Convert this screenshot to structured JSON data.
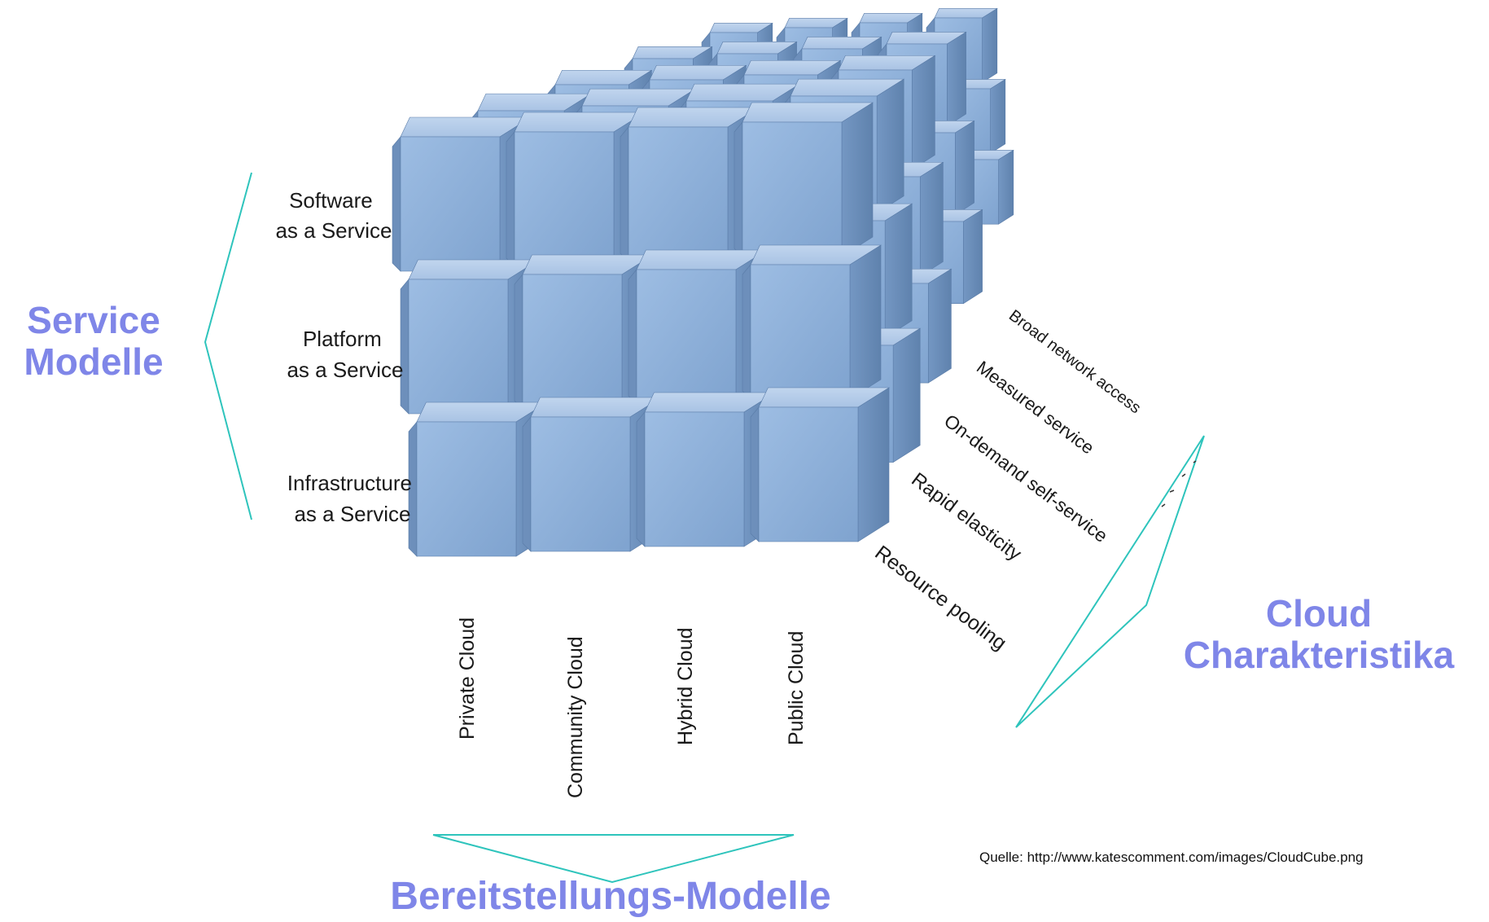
{
  "service_models": {
    "title_line1": "Service",
    "title_line2": "Modelle",
    "items": [
      {
        "line1": "Software",
        "line2": "as a Service"
      },
      {
        "line1": "Platform",
        "line2": "as a Service"
      },
      {
        "line1": "Infrastructure",
        "line2": "as a Service"
      }
    ]
  },
  "deployment_models": {
    "title": "Bereitstellungs-Modelle",
    "items": [
      "Private Cloud",
      "Community Cloud",
      "Hybrid Cloud",
      "Public Cloud"
    ]
  },
  "cloud_characteristics": {
    "title_line1": "Cloud",
    "title_line2": "Charakteristika",
    "items": [
      "Broad network access",
      "Measured service",
      "On-demand self-service",
      "Rapid elasticity",
      "Resource pooling"
    ]
  },
  "source": "Quelle: http://www.katescomment.com/images/CloudCube.png",
  "colors": {
    "cube_front": "#8fb1d9",
    "cube_side": "#6e91bd",
    "cube_top": "#b3cbe8",
    "bracket": "#2ec4bc",
    "heading": "#7f86e8"
  }
}
